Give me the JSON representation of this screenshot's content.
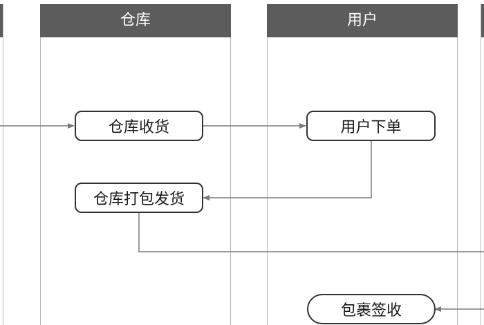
{
  "lanes": [
    {
      "id": "warehouse",
      "title": "仓库"
    },
    {
      "id": "user",
      "title": "用户"
    }
  ],
  "nodes": {
    "warehouse_receive": "仓库收货",
    "user_order": "用户下单",
    "warehouse_pack_ship": "仓库打包发货",
    "package_signed": "包裹签收"
  },
  "colors": {
    "header_bg": "#5c5c5c",
    "header_text": "#ffffff",
    "line": "#7a7a7a",
    "node_border": "#333333"
  }
}
